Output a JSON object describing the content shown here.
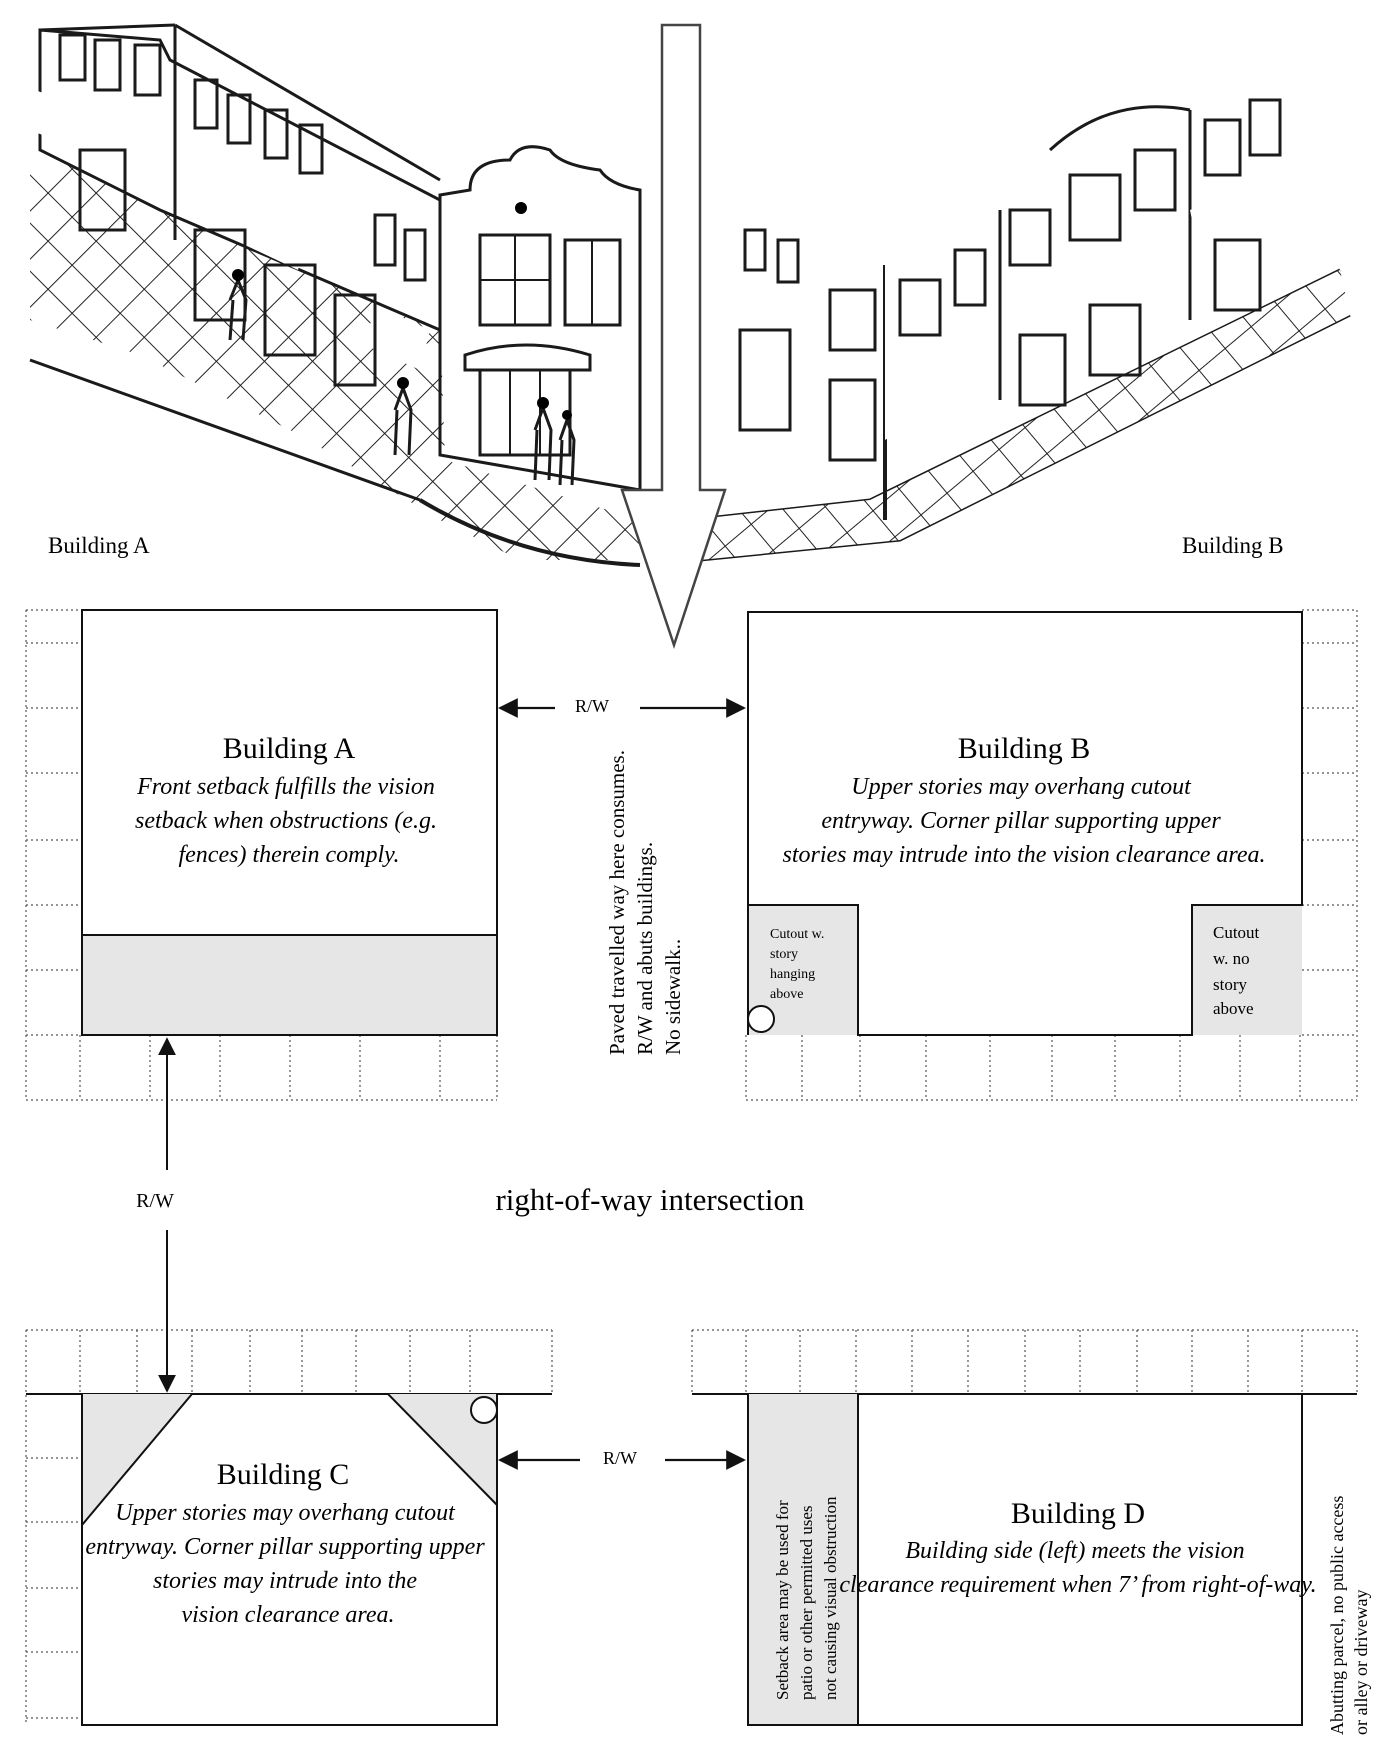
{
  "illustration": {
    "building_a_caption": "Building A",
    "building_b_caption": "Building B"
  },
  "plan": {
    "rw_label": "R/W",
    "intersection_label": "right-of-way intersection",
    "paved_way_note": "Paved travelled way here consumes. R/W and abuts buildings. No sidewalk..",
    "building_a": {
      "title": "Building A",
      "desc": "Front setback fulfills the vision setback when obstructions (e.g. fences) therein comply."
    },
    "building_b": {
      "title": "Building B",
      "desc": "Upper stories may overhang cutout entryway. Corner pillar supporting upper stories may intrude into the vision clearance area.",
      "cutout_left": "Cutout w. story hanging above",
      "cutout_right": "Cutout w. no story above"
    },
    "building_c": {
      "title": "Building C",
      "desc": "Upper stories may overhang cutout entryway. Corner pillar supporting upper stories may intrude into the vision clearance area."
    },
    "building_d": {
      "title": "Building D",
      "desc": "Building side (left) meets the vision clearance requirement when 7’ from right-of-way.",
      "setback_note": "Setback area may be used for patio or other permitted uses not causing visual obstruction",
      "abutting_note": "Abutting parcel, no public access or alley or driveway"
    }
  }
}
